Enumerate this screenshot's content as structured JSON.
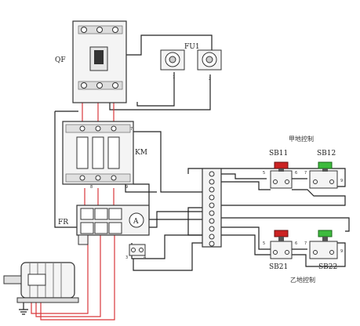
{
  "labels": {
    "qf": "QF",
    "fu1": "FU1",
    "km": "KM",
    "fr": "FR",
    "ammeter": "A",
    "sb11": "SB11",
    "sb12": "SB12",
    "sb21": "SB21",
    "sb22": "SB22",
    "group_top": "甲地控制",
    "group_bottom": "乙地控制"
  },
  "terminal_numbers": {
    "fu_left": "1",
    "fu_right": "2",
    "km_top": "7",
    "km_bottom_left": "8",
    "km_bottom_right": "9",
    "fr_3": "3",
    "fr_4": "4",
    "sb11_l": "5",
    "sb11_r": "6",
    "sb12_l": "7",
    "sb12_r": "9",
    "sb21_l": "5",
    "sb21_r": "6",
    "sb22_l": "7",
    "sb22_r": "9"
  },
  "colors": {
    "wire": "#222222",
    "power_wire": "#d9373b",
    "start_button": "#3dbb3d",
    "stop_button": "#cc2222",
    "device_fill": "#f4f4f4",
    "device_stroke": "#333333"
  }
}
